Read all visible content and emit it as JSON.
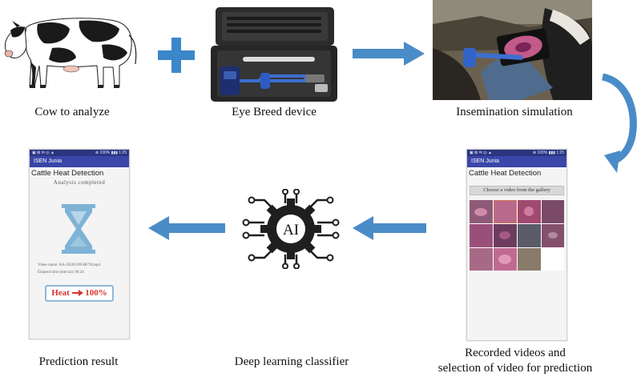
{
  "captions": {
    "cow": "Cow to analyze",
    "device": "Eye Breed device",
    "insemination": "Insemination simulation",
    "recorded_line1": "Recorded videos and",
    "recorded_line2": "selection of video for prediction",
    "classifier": "Deep learning classifier",
    "prediction": "Prediction result"
  },
  "ai_label": "AI",
  "phone_right": {
    "status_left": "▣ ⊠ ✉ ◎ ▲",
    "status_right": "⊗ 100% ▮▮▮ 1:25",
    "app_title": "ISEN Junia",
    "screen_title": "Cattle Heat Detection",
    "choose_button": "Choose a video from the gallery"
  },
  "phone_left": {
    "status_left": "▣ ⊠ ✉ ◎ ▲",
    "status_right": "⊗ 100% ▮▮▮ 1:25",
    "app_title": "ISEN Junia",
    "screen_title": "Cattle Heat Detection",
    "analysis_status": "Analysis completed",
    "video_name": "Video name: AA-20201109-BF78.mp4",
    "elapsed_time": "Elapsed time (mm:ss): 00:24",
    "result_label": "Heat",
    "result_value": "100%"
  },
  "colors": {
    "arrow": "#4a8cc7",
    "plus": "#3b87c9",
    "appbar": "#3a46a8",
    "hourglass": "#7fb3d6",
    "result_text": "#d9352e",
    "result_border": "#8fb8d8"
  }
}
